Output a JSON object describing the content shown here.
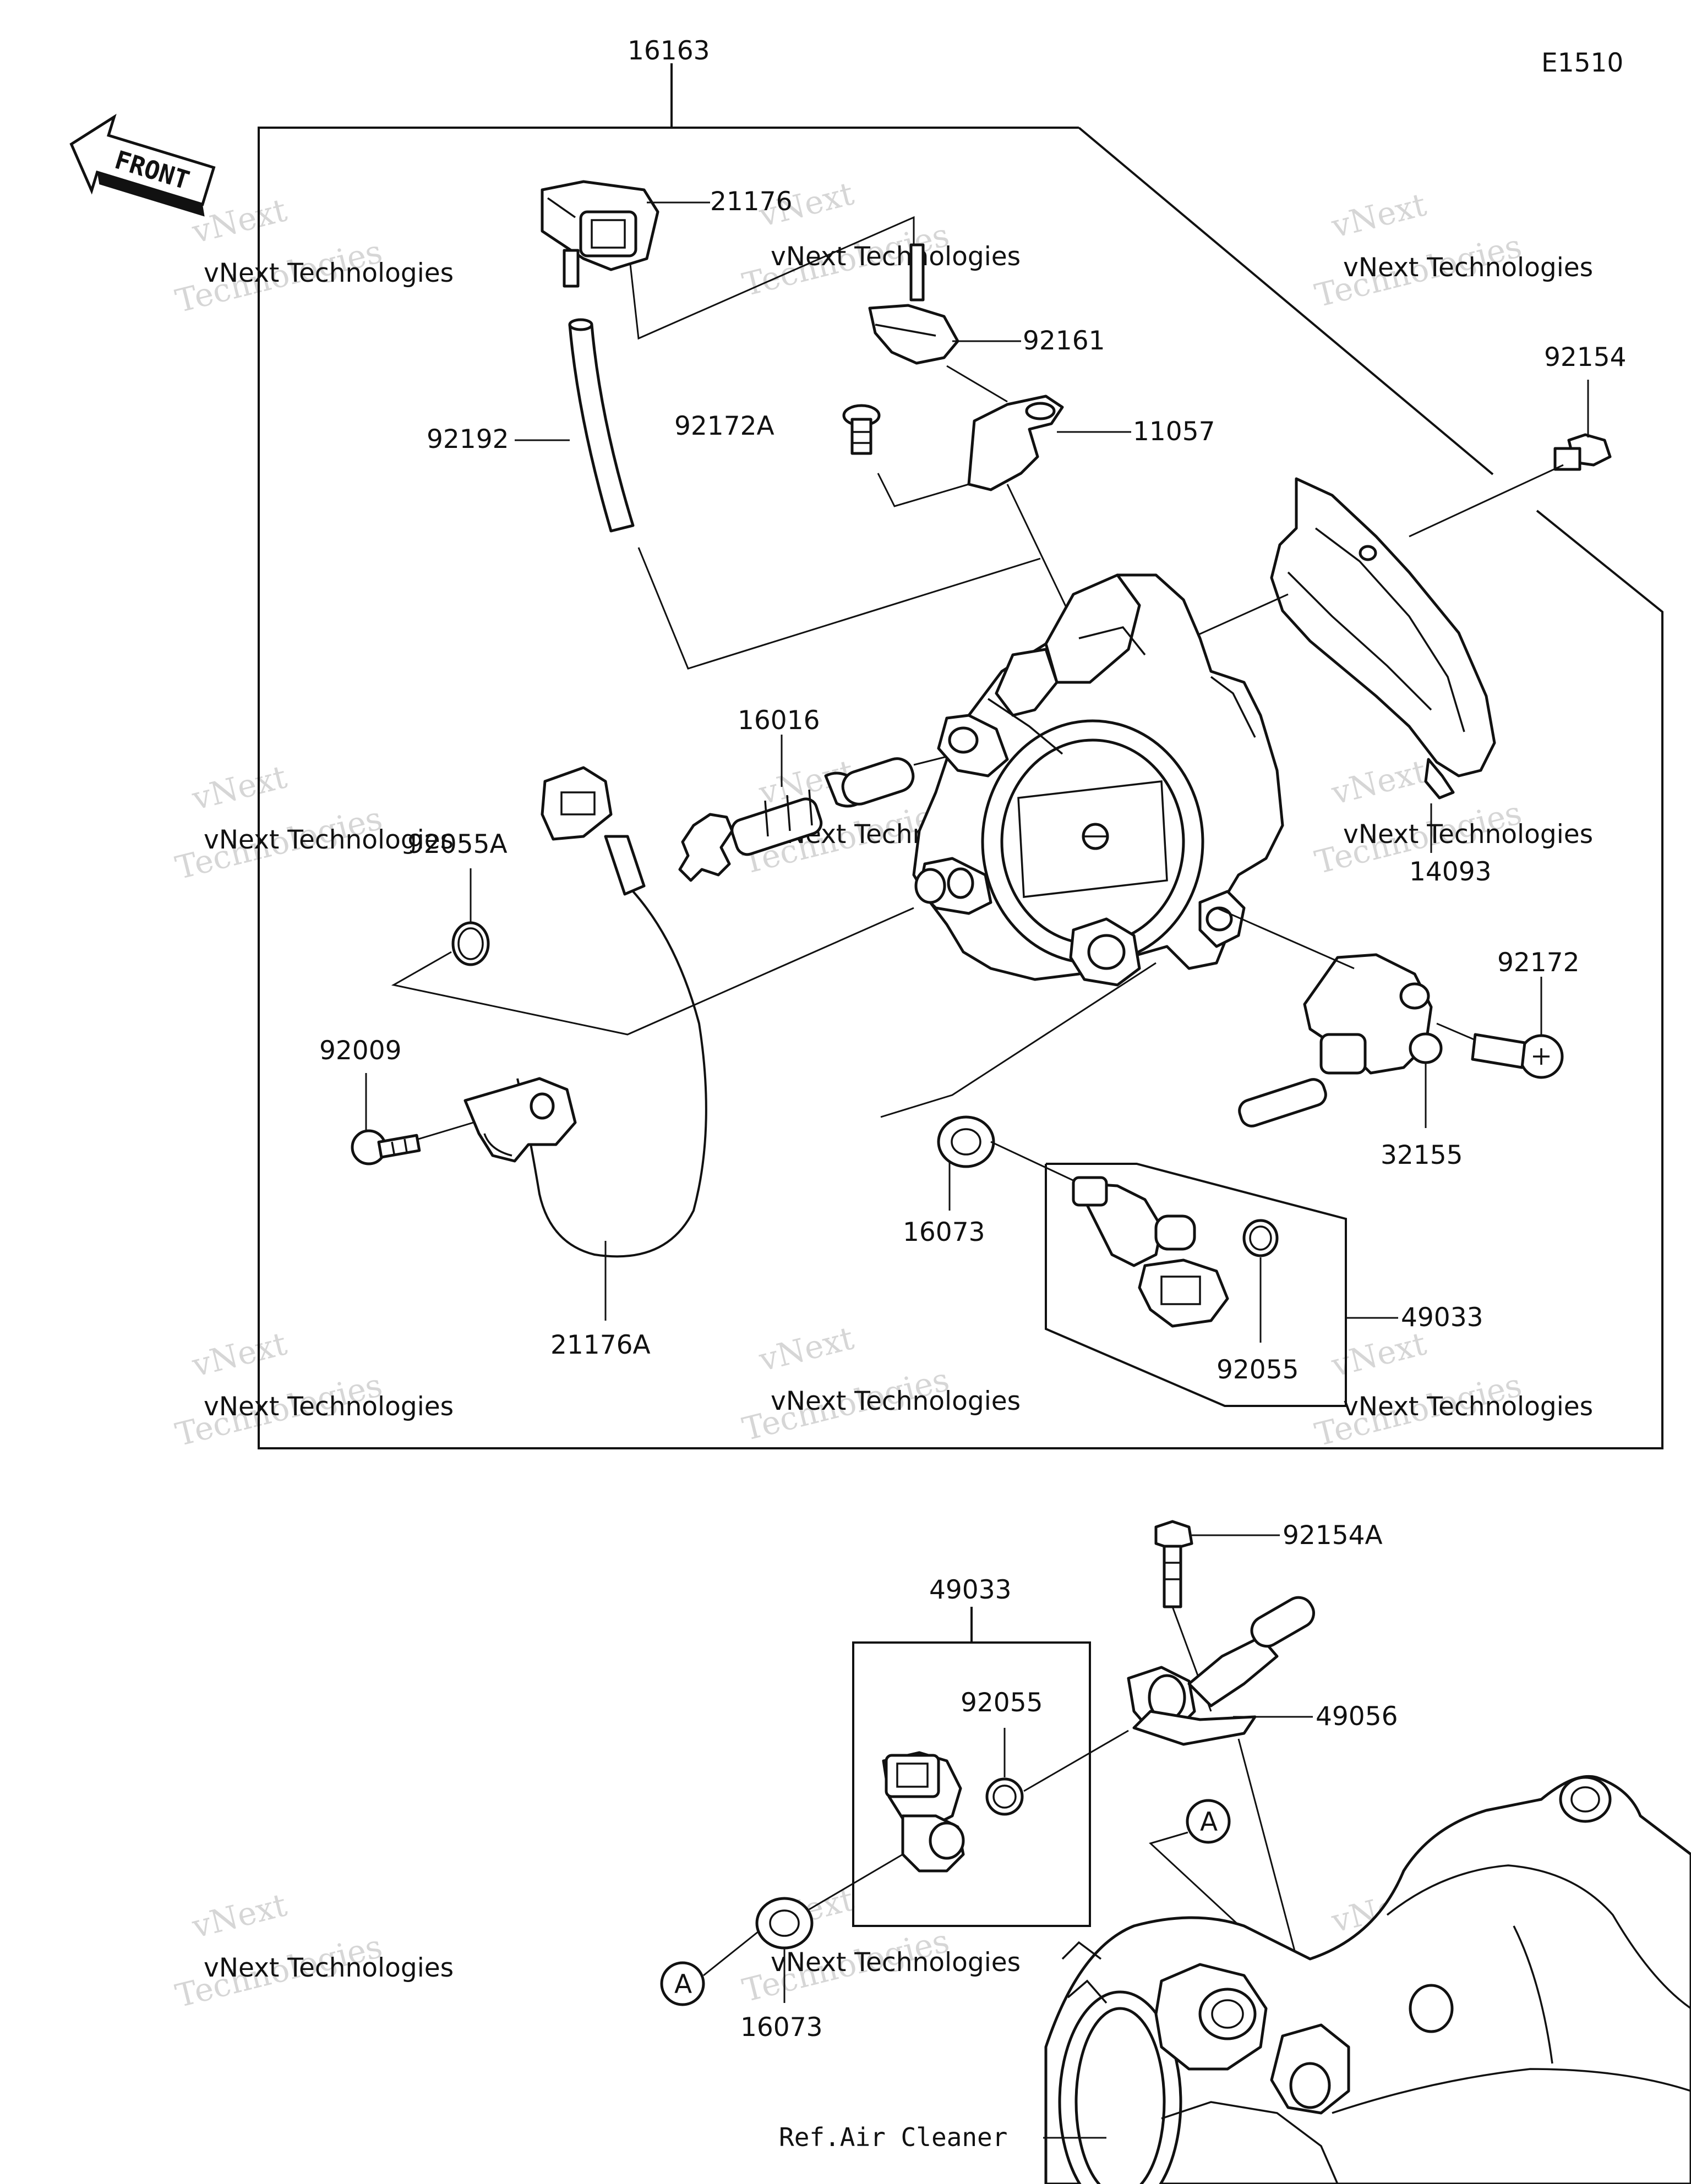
{
  "diagram_code": "E1510",
  "front_arrow": {
    "label": "FRONT",
    "icon": "front-direction-arrow-icon"
  },
  "reference_note": "Ref.Air Cleaner",
  "watermark": {
    "line1": "vNext Technologies",
    "line2": "vNext",
    "line3": "Technologies"
  },
  "callout_letter": "A",
  "parts": {
    "p16163": "16163",
    "p21176": "21176",
    "p92161": "92161",
    "p92154": "92154",
    "p92192": "92192",
    "p92172A": "92172A",
    "p11057": "11057",
    "p16016": "16016",
    "p92055A": "92055A",
    "p14093": "14093",
    "p92172": "92172",
    "p92009": "92009",
    "p32155": "32155",
    "p16073": "16073",
    "p49033": "49033",
    "p92055": "92055",
    "p21176A": "21176A",
    "p92154A": "92154A",
    "p49033b": "49033",
    "p92055b": "92055",
    "p49056": "49056",
    "p16073b": "16073"
  }
}
